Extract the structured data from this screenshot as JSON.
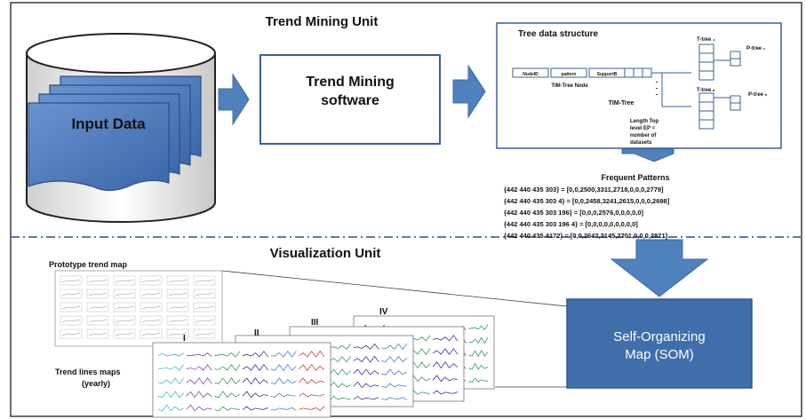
{
  "trend_unit": {
    "title": "Trend Mining Unit",
    "input_label": "Input Data",
    "software_label_1": "Trend Mining",
    "software_label_2": "software"
  },
  "tree": {
    "title": "Tree data structure",
    "node_fields": [
      "NodeID",
      "pattern",
      "SupportB"
    ],
    "node_caption": "TIM-Tree Node",
    "tim_tree": "TIM-Tree",
    "t_tree_1": "T-tree ₁",
    "p_tree_1": "P-tree ₁",
    "t_tree_n": "T-tree ₙ",
    "p_tree_n": "P-tree ₙ",
    "length_note": [
      "Length Top",
      "level EP =",
      "number of",
      "datasets"
    ]
  },
  "frequent_patterns": {
    "title": "Frequent Patterns",
    "items": [
      "{442 440 435 303} = [0,0,2500,3311,2718,0,0,0,2779]",
      "{442 440 435 303 4} = [0,0,2458,3241,2615,0,0,0,2698]",
      "{442 440 435 303 196} = [0,0,0,2576,0,0,0,0,0]",
      "{442 440 435 303 196 4} = [0,0,0,0,0,0,0,0,0]",
      "{442 440 435 4172} = [0,0,2642,3145,2701,0,0,0,2821]"
    ]
  },
  "vis_unit": {
    "title": "Visualization Unit",
    "prototype_label": "Prototype trend map",
    "trend_lines_label_1": "Trend lines maps",
    "trend_lines_label_2": "(yearly)",
    "roman": [
      "I",
      "II",
      "III",
      "IV"
    ],
    "som_line_1": "Self-Organizing",
    "som_line_2": "Map (SOM)"
  },
  "colors": {
    "arrow_blue": "#4f81bd",
    "box_blue": "#4a76b4",
    "som_blue": "#3f6fab",
    "frame": "#3a3a3a"
  }
}
